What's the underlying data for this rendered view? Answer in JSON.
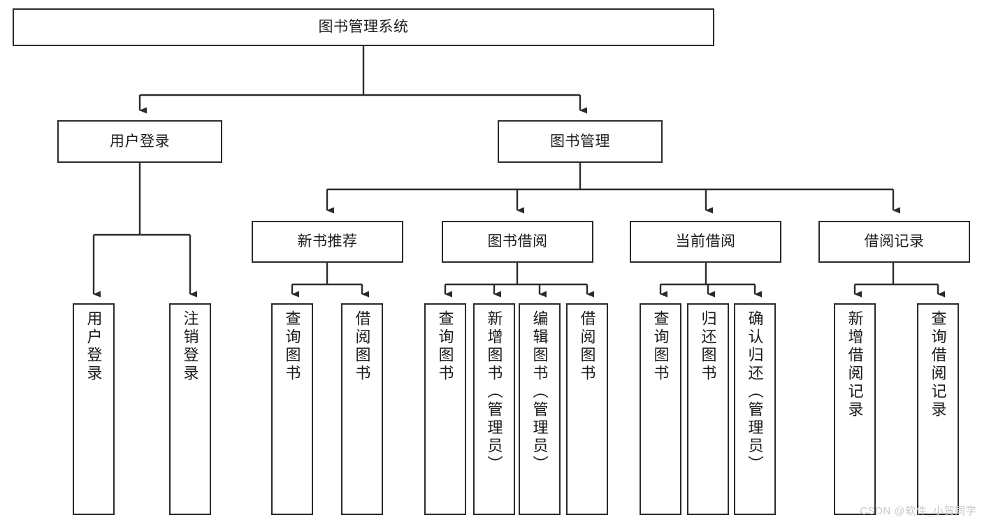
{
  "diagram": {
    "title": "图书管理系统",
    "type": "tree",
    "orientation": "top-down",
    "colors": {
      "box_border": "#2b2b2b",
      "box_fill": "#ffffff",
      "connector": "#2b2b2b",
      "text": "#1b1b1b",
      "watermark": "#c8c8c8"
    },
    "root": {
      "label": "图书管理系统"
    },
    "level2": [
      {
        "label": "用户登录"
      },
      {
        "label": "图书管理"
      }
    ],
    "level3": [
      {
        "label": "新书推荐"
      },
      {
        "label": "图书借阅"
      },
      {
        "label": "当前借阅"
      },
      {
        "label": "借阅记录"
      }
    ],
    "leaves": {
      "user_login": [
        {
          "label": "用户登录"
        },
        {
          "label": "注销登录"
        }
      ],
      "new_book_recommend": [
        {
          "label": "查询图书"
        },
        {
          "label": "借阅图书"
        }
      ],
      "book_borrow": [
        {
          "label": "查询图书"
        },
        {
          "label": "新增图书（管理员）"
        },
        {
          "label": "编辑图书（管理员）"
        },
        {
          "label": "借阅图书"
        }
      ],
      "current_borrow": [
        {
          "label": "查询图书"
        },
        {
          "label": "归还图书"
        },
        {
          "label": "确认归还（管理员）"
        }
      ],
      "borrow_record": [
        {
          "label": "新增借阅记录"
        },
        {
          "label": "查询借阅记录"
        }
      ]
    },
    "watermark": "CSDN @软件_小贺同学"
  }
}
